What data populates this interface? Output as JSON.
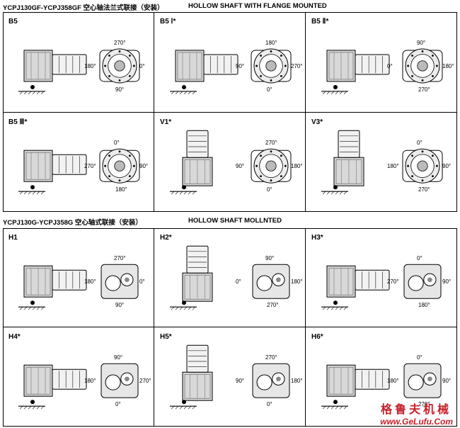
{
  "sections": [
    {
      "title_cn": "YCPJ130GF-YCPJ358GF  空心轴法兰式联接（安装）",
      "title_en": "HOLLOW SHAFT WITH FLANGE MOUNTED"
    },
    {
      "title_cn": "YCPJ130G-YCPJ358G 空心轴式联接（安装）",
      "title_en": "HOLLOW SHAFT MOLLNTED"
    }
  ],
  "cells": [
    {
      "label": "B5",
      "angles": [
        "270°",
        "180°",
        "0°",
        "90°"
      ]
    },
    {
      "label": "B5 Ⅰ*",
      "angles": [
        "180°",
        "90°",
        "270°",
        "0°"
      ]
    },
    {
      "label": "B5 Ⅱ*",
      "angles": [
        "90°",
        "0°",
        "180°",
        "270°"
      ]
    },
    {
      "label": "B5 Ⅲ*",
      "angles": [
        "0°",
        "270°",
        "90°",
        "180°"
      ]
    },
    {
      "label": "V1*",
      "angles": [
        "270°",
        "90°",
        "180°",
        "0°"
      ]
    },
    {
      "label": "V3*",
      "angles": [
        "0°",
        "180°",
        "90°",
        "270°"
      ]
    },
    {
      "label": "H1",
      "angles": [
        "270°",
        "180°",
        "0°",
        "90°"
      ]
    },
    {
      "label": "H2*",
      "angles": [
        "90°",
        "0°",
        "180°",
        "270°"
      ]
    },
    {
      "label": "H3*",
      "angles": [
        "0°",
        "270°",
        "90°",
        "180°"
      ]
    },
    {
      "label": "H4*",
      "angles": [
        "90°",
        "180°",
        "270°",
        "0°"
      ]
    },
    {
      "label": "H5*",
      "angles": [
        "270°",
        "90°",
        "180°",
        "0°"
      ]
    },
    {
      "label": "H6*",
      "angles": [
        "0°",
        "180°",
        "90°",
        "270°"
      ]
    }
  ],
  "watermark": {
    "cn": "格鲁夫机械",
    "url": "www.GeLufu.Com"
  }
}
